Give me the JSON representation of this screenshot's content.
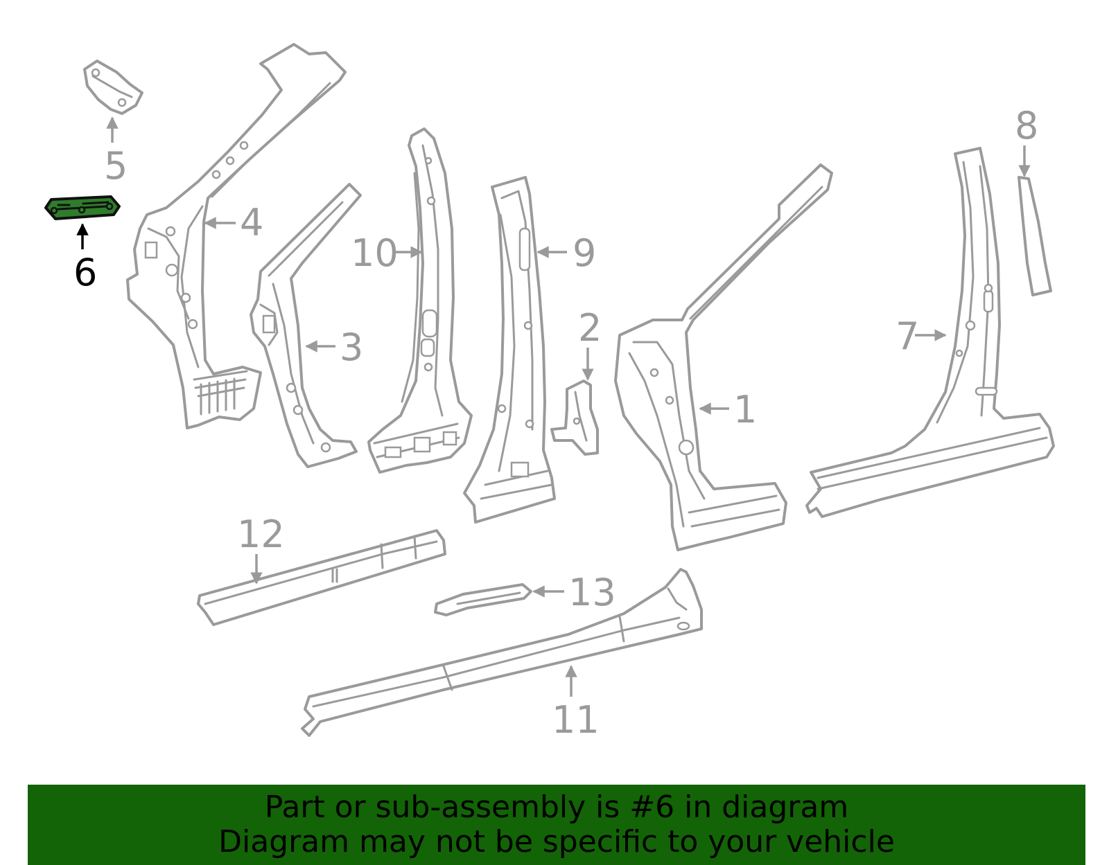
{
  "diagram": {
    "highlight_color": "#2f7d2b",
    "line_color": "#9a9a9a",
    "labels": {
      "p1": "1",
      "p2": "2",
      "p3": "3",
      "p4": "4",
      "p5": "5",
      "p6": "6",
      "p7": "7",
      "p8": "8",
      "p9": "9",
      "p10": "10",
      "p11": "11",
      "p12": "12",
      "p13": "13"
    },
    "highlighted_part": "6"
  },
  "banner": {
    "background": "#136307",
    "line1": "Part or sub-assembly is #6 in diagram",
    "line2": "Diagram may not be specific to your vehicle"
  }
}
